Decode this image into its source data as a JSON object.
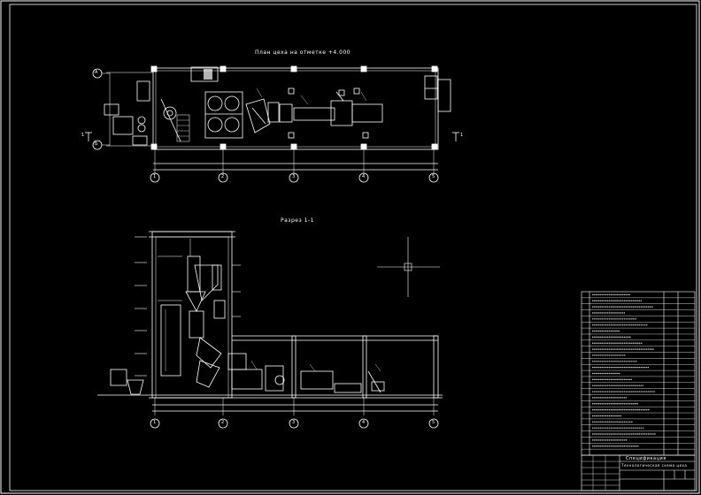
{
  "drawing": {
    "plan_title": "План цеха на отметке +4.000",
    "section_title": "Разрез 1-1",
    "axis_letters": [
      "А",
      "Б"
    ],
    "axis_numbers": [
      "1",
      "2",
      "3",
      "4",
      "5"
    ],
    "cut_marker_left": "1",
    "cut_marker_right": "1",
    "spec_title": "Спецификация",
    "stamp_title": "Технологическая схема цеха"
  },
  "colors": {
    "background": "#000000",
    "lines": "#ffffff",
    "frame": "#ffffff"
  }
}
